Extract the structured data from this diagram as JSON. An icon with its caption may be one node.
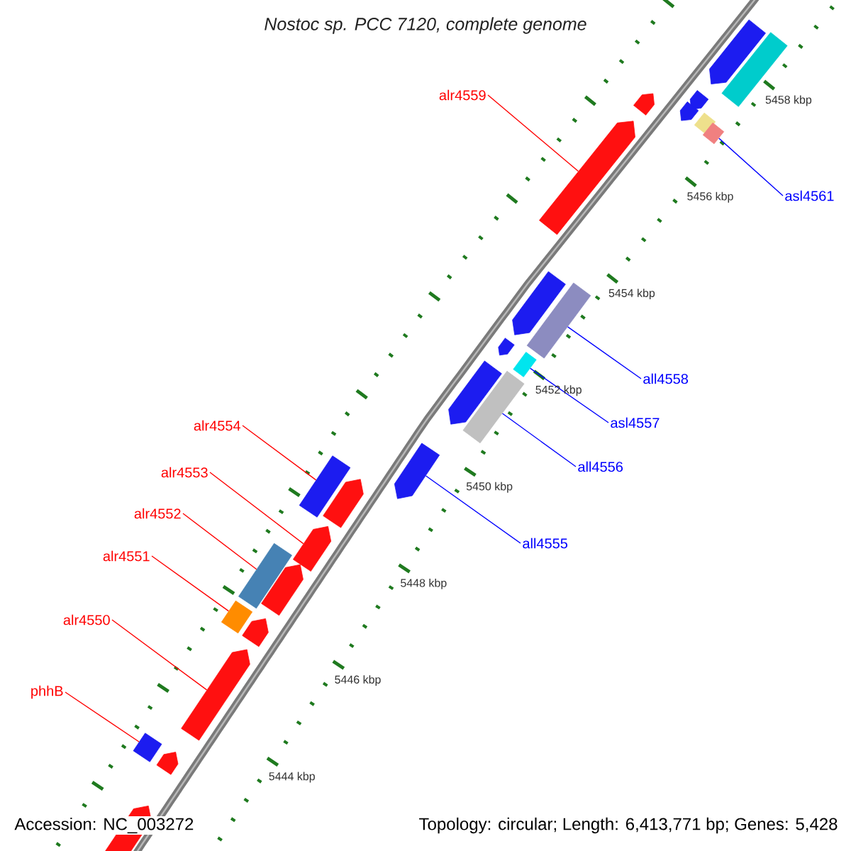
{
  "diagram": {
    "title": "Nostoc sp. PCC 7120, complete genome",
    "nodes": [
      {
        "text": [
          "alr4559"
        ]
      },
      {
        "text": [
          "asl4561"
        ]
      },
      {
        "text": [
          "all4558"
        ]
      },
      {
        "text": [
          "asl4557"
        ]
      },
      {
        "text": [
          "all4556"
        ]
      },
      {
        "text": [
          "all4555"
        ]
      },
      {
        "text": [
          "alr4554"
        ]
      },
      {
        "text": [
          "alr4553"
        ]
      },
      {
        "text": [
          "alr4552"
        ]
      },
      {
        "text": [
          "alr4551"
        ]
      },
      {
        "text": [
          "alr4550"
        ]
      },
      {
        "text": [
          "phhB"
        ]
      },
      {
        "text": [],
        "shape": "bar"
      },
      {
        "text": [],
        "shape": "box"
      },
      {
        "text": [],
        "shape": "bar"
      },
      {
        "text": [],
        "shape": "bar"
      },
      {
        "text": [],
        "shape": "bar"
      },
      {
        "text": [],
        "shape": "diamond"
      },
      {
        "text": [],
        "shape": "diamond"
      },
      {
        "text": [],
        "shape": "bar"
      },
      {
        "text": [],
        "shape": "bar"
      },
      {
        "text": [],
        "shape": "box"
      },
      {
        "text": [],
        "shape": "bar"
      },
      {
        "text": [],
        "shape": "box"
      },
      {
        "text": [],
        "shape": "bar"
      },
      {
        "text": [],
        "shape": "box"
      },
      {
        "text": [],
        "shape": "bar"
      },
      {
        "text": [],
        "shape": "box"
      },
      {
        "text": [],
        "shape": "bar"
      },
      {
        "text": [],
        "shape": "bar"
      },
      {
        "text": [],
        "shape": "box"
      },
      {
        "text": [],
        "shape": "bar"
      },
      {
        "text": [],
        "shape": "box"
      },
      {
        "text": [],
        "shape": "bar"
      },
      {
        "text": [],
        "shape": "bar"
      },
      {
        "text": [],
        "shape": "box"
      },
      {
        "text": [],
        "shape": "bar"
      },
      {
        "text": [],
        "shape": "bar"
      }
    ],
    "edges": [
      {
        "from": 0,
        "to": 19,
        "arrow": "none"
      },
      {
        "from": 1,
        "to": 18,
        "arrow": "none",
        "color": "#0000ff"
      },
      {
        "from": 2,
        "to": 21,
        "arrow": "none",
        "color": "#0000ff"
      },
      {
        "from": 3,
        "to": 23,
        "arrow": "none",
        "color": "#0000ff"
      },
      {
        "from": 4,
        "to": 25,
        "arrow": "none",
        "color": "#0000ff"
      },
      {
        "from": 5,
        "to": 26,
        "arrow": "none",
        "color": "#0000ff"
      },
      {
        "from": 6,
        "to": 27,
        "arrow": "none"
      },
      {
        "from": 7,
        "to": 29,
        "arrow": "none"
      },
      {
        "from": 8,
        "to": 30,
        "arrow": "none"
      },
      {
        "from": 9,
        "to": 32,
        "arrow": "none"
      },
      {
        "from": 10,
        "to": 34,
        "arrow": "none"
      },
      {
        "from": 11,
        "to": 35,
        "arrow": "none"
      }
    ],
    "labels": [
      "5458 kbp",
      "5456 kbp",
      "5454 kbp",
      "5452 kbp",
      "5450 kbp",
      "5448 kbp",
      "5446 kbp",
      "5444 kbp",
      "Accession: NC_003272",
      "Topology: circular; Length: 6,413,771 bp; Genes: 5,428"
    ]
  }
}
